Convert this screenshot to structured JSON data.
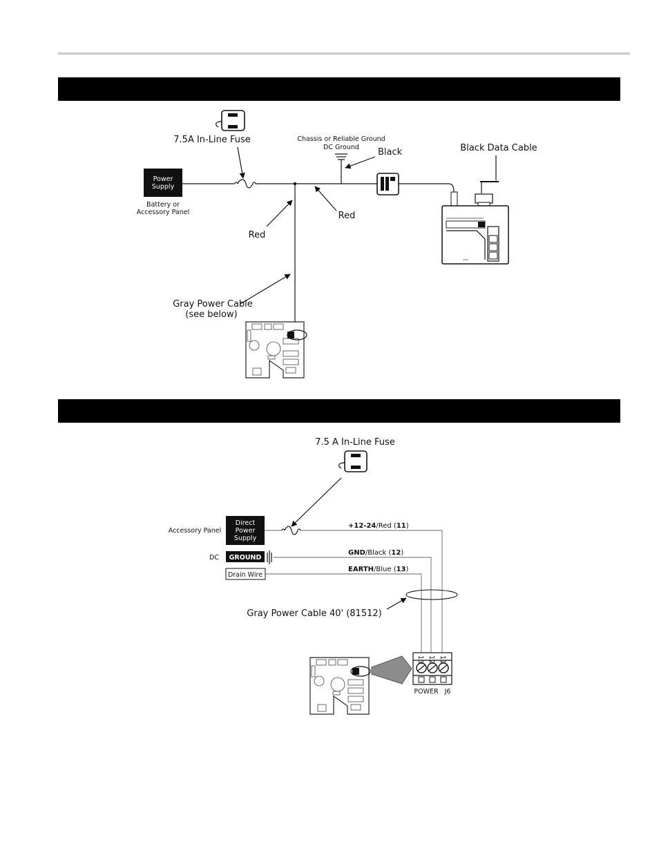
{
  "diagram1": {
    "fuse_label": "7.5A In-Line Fuse",
    "ground_label_1": "Chassis or Reliable Ground",
    "ground_label_2": "DC Ground",
    "black_label": "Black",
    "data_cable_label": "Black Data Cable",
    "power_supply_label_1": "Power",
    "power_supply_label_2": "Supply",
    "battery_label_1": "Battery or",
    "battery_label_2": "Accessory Panel",
    "red_label_a": "Red",
    "red_label_b": "Red",
    "gray_cable_label_1": "Gray Power Cable",
    "gray_cable_label_2": "(see below)"
  },
  "diagram2": {
    "fuse_label": "7.5 A In-Line Fuse",
    "accessory_label": "Accessory Panel",
    "direct_supply_1": "Direct",
    "direct_supply_2": "Power",
    "direct_supply_3": "Supply",
    "dc_label": "DC",
    "ground_box": "GROUND",
    "drain_box": "Drain Wire",
    "wire1_bold_a": "+12-24",
    "wire1_text": "/Red (",
    "wire1_bold_b": "11",
    "wire1_close": ")",
    "wire2_bold_a": "GND",
    "wire2_text": "/Black (",
    "wire2_bold_b": "12",
    "wire2_close": ")",
    "wire3_bold_a": "EARTH",
    "wire3_text": "/Blue (",
    "wire3_bold_b": "13",
    "wire3_close": ")",
    "gray_cable_label": "Gray Power Cable 40' (81512)",
    "terminal_13": "13",
    "terminal_12": "12",
    "terminal_11": "11",
    "power_label": "POWER",
    "j6_label": "J6"
  },
  "colors": {
    "bar": "#000000",
    "rule": "#c8c8c8"
  }
}
